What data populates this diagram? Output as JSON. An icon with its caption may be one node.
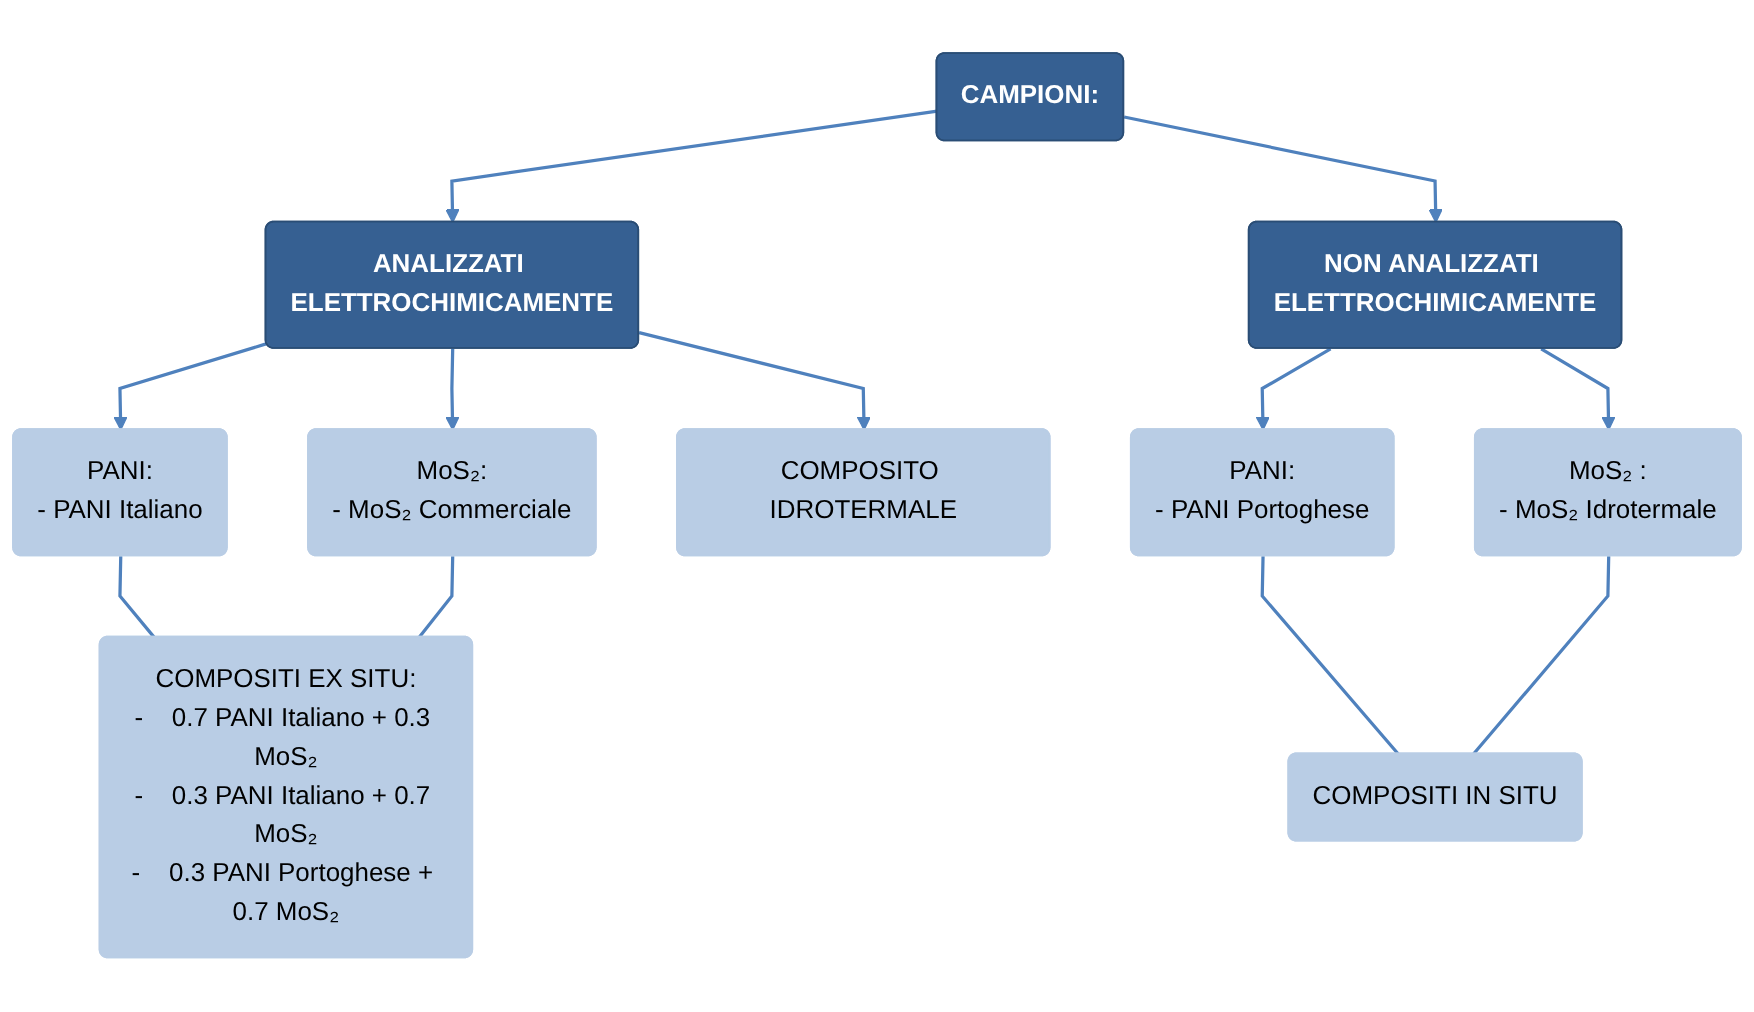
{
  "diagram": {
    "nodes": [
      {
        "text": [
          "CAMPIONI:"
        ]
      },
      {
        "text": [
          "ANALIZZATI ELETTROCHIMICAMENTE"
        ]
      },
      {
        "text": [
          "NON ANALIZZATI ELETTROCHIMICAMENTE"
        ]
      },
      {
        "text": [
          "PANI:",
          "-    PANI Italiano"
        ]
      },
      {
        "text": [
          "MoS₂:",
          "- MoS₂ Commerciale"
        ]
      },
      {
        "text": [
          "PANI:",
          "- PANI Portoghese"
        ]
      },
      {
        "text": [
          "MoS₂ :",
          "- MoS₂ Idrotermale"
        ]
      },
      {
        "text": [
          "COMPOSITI EX SITU:",
          "-    0.7 PANI Italiano + 0.3 MoS₂",
          "-    0.3 PANI Italiano + 0.7 MoS₂",
          "-    0.3 PANI Portoghese + 0.7 MoS₂"
        ]
      },
      {
        "text": [
          "COMPOSITO IDROTERMALE"
        ]
      },
      {
        "text": [
          "COMPOSITI IN SITU"
        ]
      }
    ],
    "edges": [
      {
        "from": 0,
        "to": 1,
        "arrow": "to"
      },
      {
        "from": 0,
        "to": 2,
        "arrow": "to"
      },
      {
        "from": 1,
        "to": 3,
        "arrow": "to"
      },
      {
        "from": 1,
        "to": 4,
        "arrow": "to"
      },
      {
        "from": 2,
        "to": 5,
        "arrow": "to"
      },
      {
        "from": 2,
        "to": 6,
        "arrow": "to"
      },
      {
        "from": 1,
        "to": 8,
        "arrow": "to"
      },
      {
        "from": 3,
        "to": 7,
        "arrow": "none"
      },
      {
        "from": 4,
        "to": 7,
        "arrow": "none"
      },
      {
        "from": 5,
        "to": 9,
        "arrow": "none"
      },
      {
        "from": 6,
        "to": 9,
        "arrow": "none"
      }
    ]
  }
}
